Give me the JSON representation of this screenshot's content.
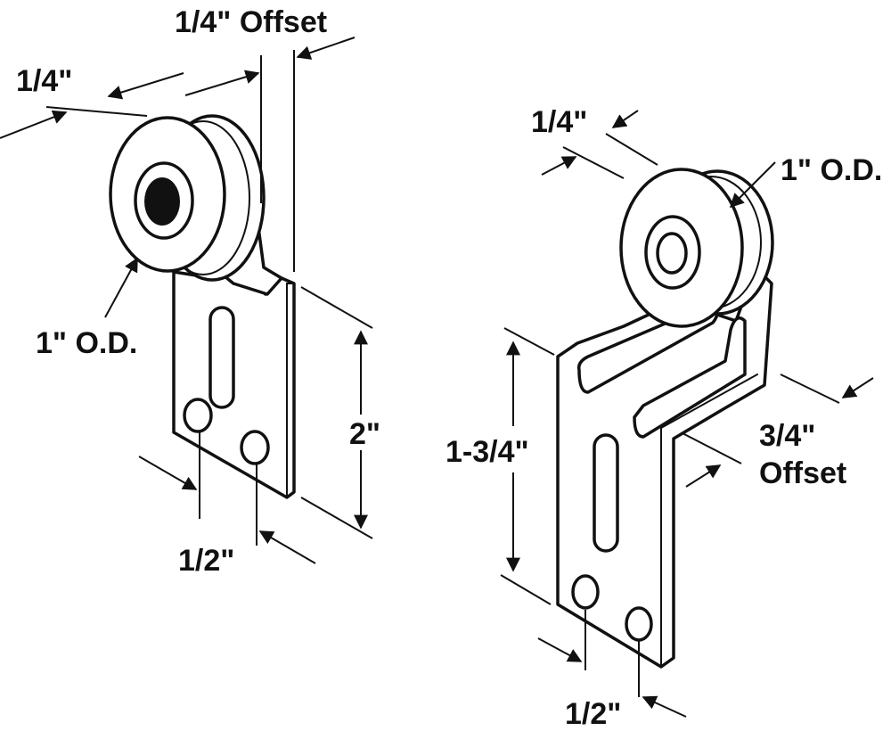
{
  "left_part": {
    "top_width": "1/4\"",
    "top_offset": "1/4\" Offset",
    "wheel_diameter": "1\" O.D.",
    "height": "2\"",
    "hole_spacing": "1/2\""
  },
  "right_part": {
    "top_width": "1/4\"",
    "wheel_diameter": "1\" O.D.",
    "height": "1-3/4\"",
    "offset_value": "3/4\"",
    "offset_word": "Offset",
    "hole_spacing": "1/2\""
  }
}
